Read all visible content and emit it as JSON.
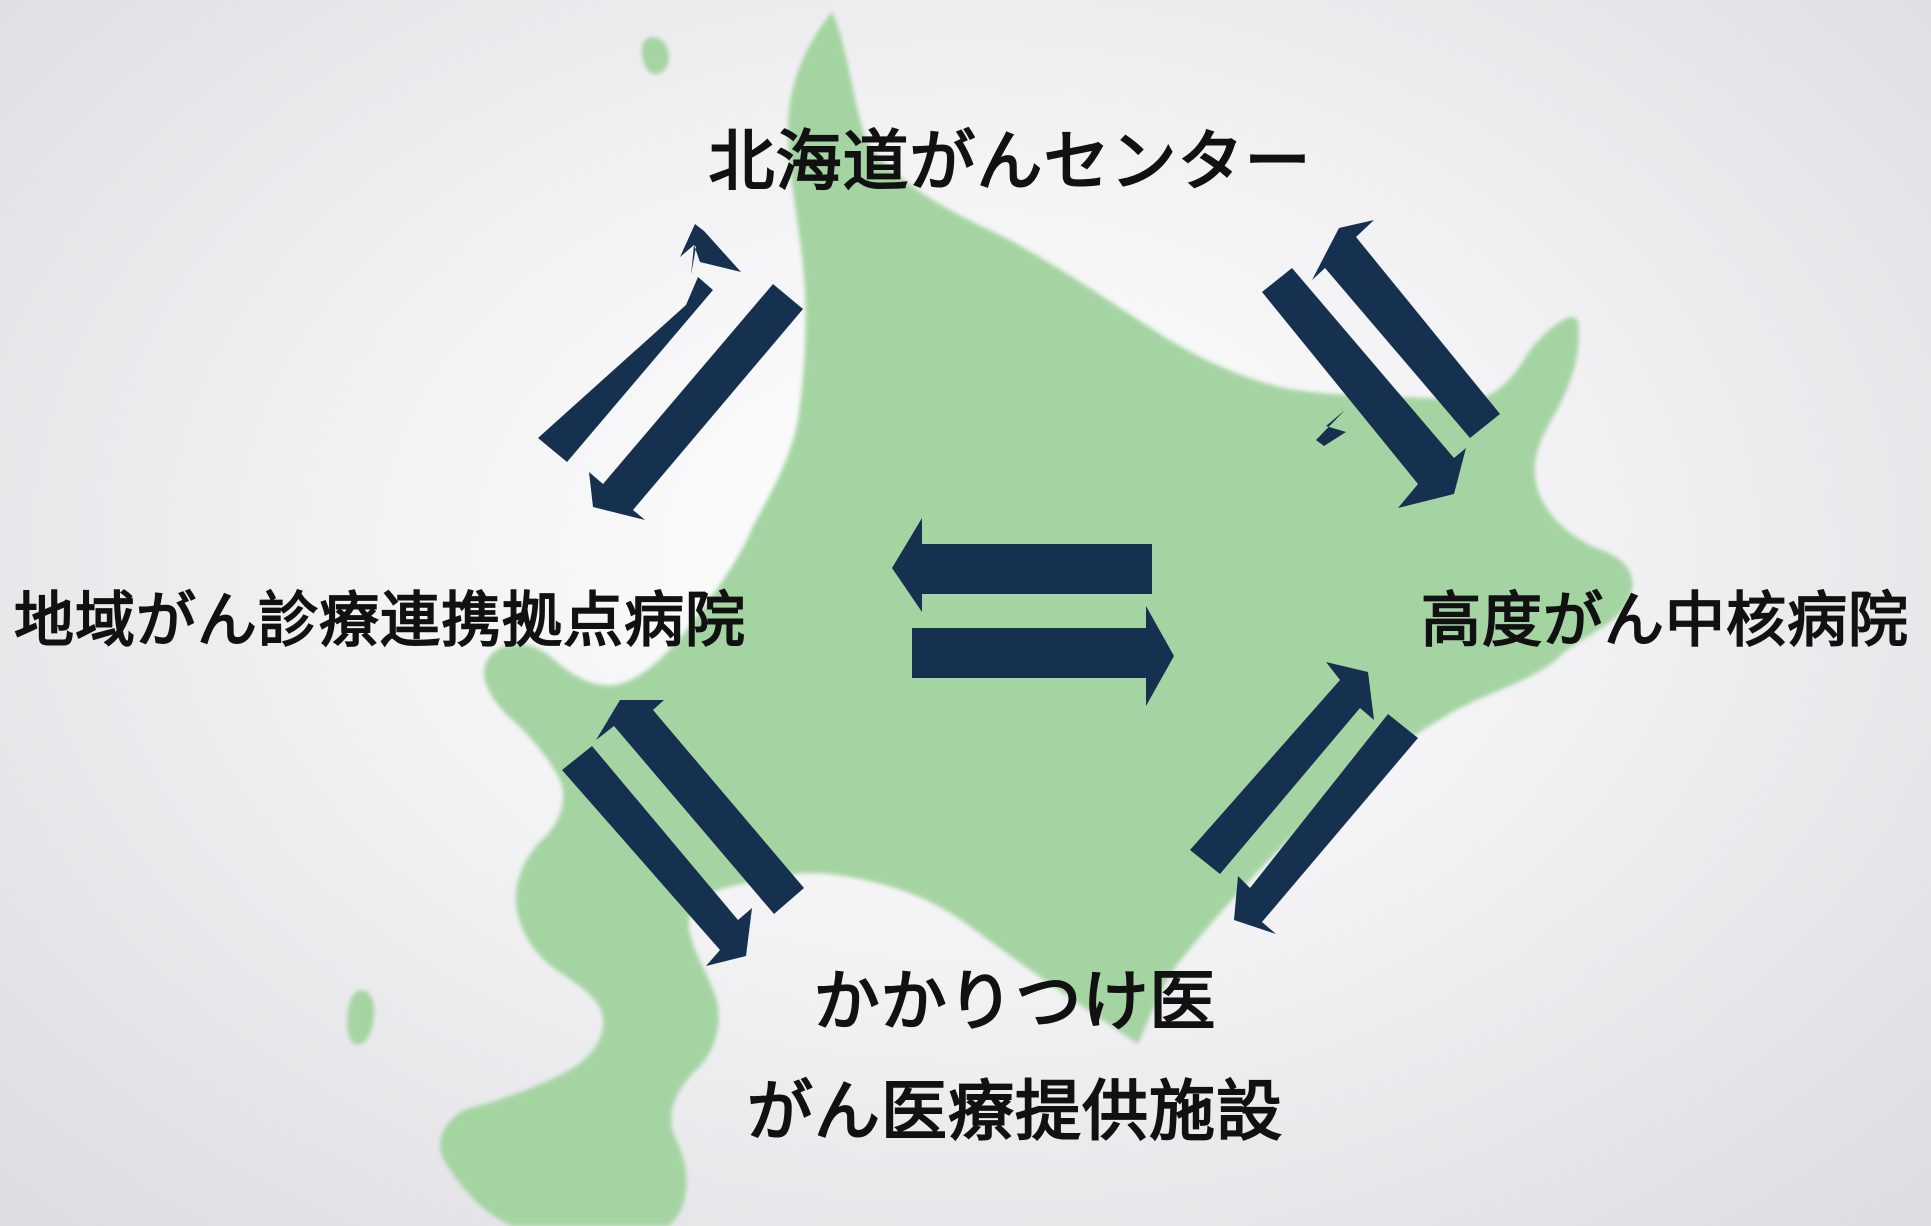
{
  "nodes": {
    "top": "北海道がんセンター",
    "left": "地域がん診療連携拠点病院",
    "right": "高度がん中核病院",
    "bottom_line1": "かかりつけ医",
    "bottom_line2": "がん医療提供施設"
  },
  "colors": {
    "background": "#ececef",
    "map_fill": "#a5d4a3",
    "arrow_fill": "#16304f",
    "text": "#111111"
  }
}
